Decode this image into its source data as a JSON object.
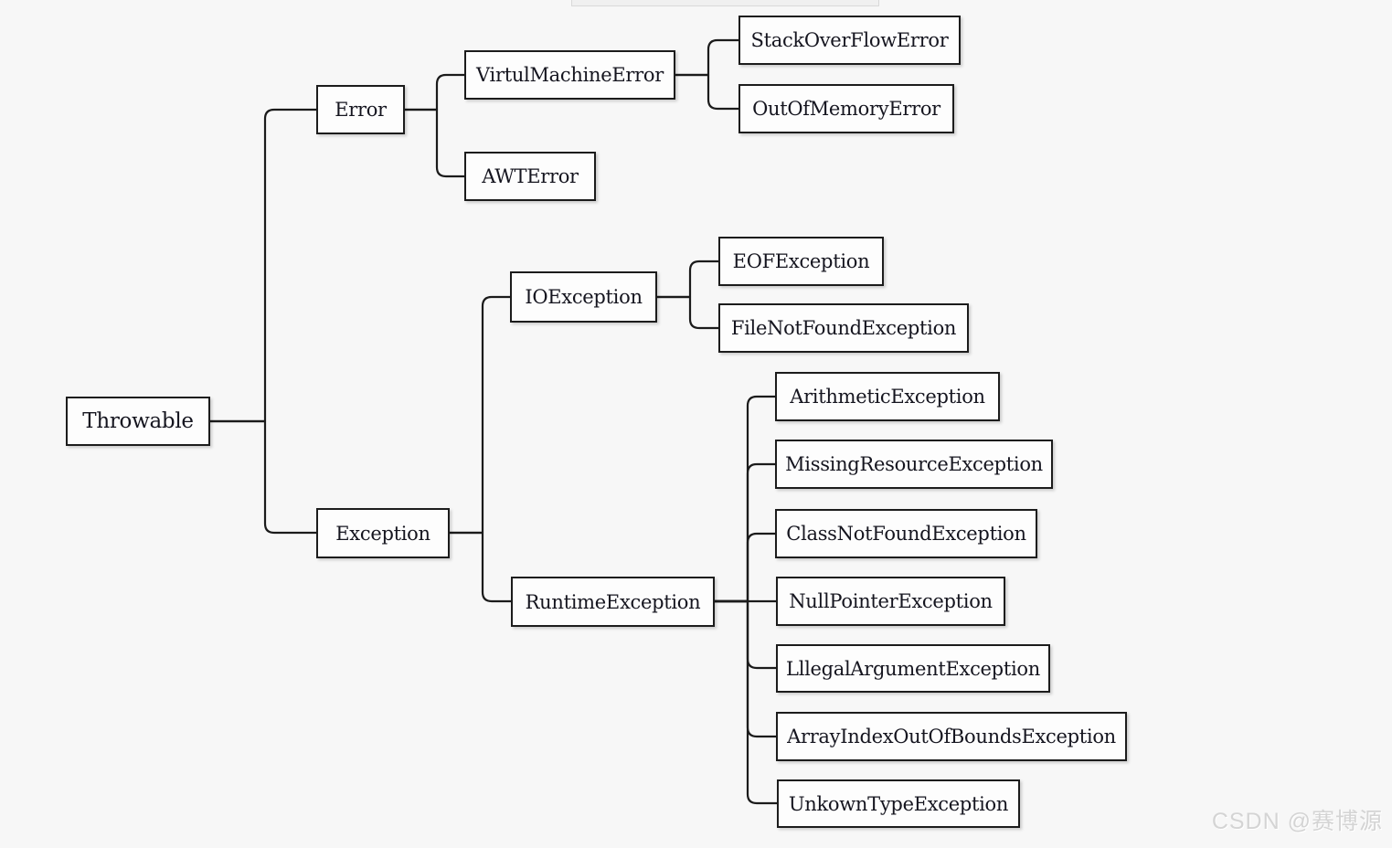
{
  "page": {
    "watermark": "CSDN @赛博源"
  },
  "colors": {
    "background": "#f7f7f7",
    "box_fill": "#fdfdfd",
    "box_border": "#1c1c1c",
    "connector": "#1b1b1b",
    "text": "#15151f",
    "watermark": "#d4d4d4"
  },
  "diagram": {
    "type": "tree",
    "root": "Throwable",
    "hierarchy": {
      "Throwable": [
        "Error",
        "Exception"
      ],
      "Error": [
        "VirtulMachineError",
        "AWTError"
      ],
      "VirtulMachineError": [
        "StackOverFlowError",
        "OutOfMemoryError"
      ],
      "Exception": [
        "IOException",
        "RuntimeException"
      ],
      "IOException": [
        "EOFException",
        "FileNotFoundException"
      ],
      "RuntimeException": [
        "ArithmeticException",
        "MissingResourceException",
        "ClassNotFoundException",
        "NullPointerException",
        "LllegalArgumentException",
        "ArrayIndexOutOfBoundsException",
        "UnkownTypeException"
      ]
    }
  },
  "nodes": {
    "throwable": {
      "label": "Throwable"
    },
    "error": {
      "label": "Error"
    },
    "virtual_machine_error": {
      "label": "VirtulMachineError"
    },
    "awt_error": {
      "label": "AWTError"
    },
    "stack_overflow_error": {
      "label": "StackOverFlowError"
    },
    "out_of_memory_error": {
      "label": "OutOfMemoryError"
    },
    "exception": {
      "label": "Exception"
    },
    "io_exception": {
      "label": "IOException"
    },
    "eof_exception": {
      "label": "EOFException"
    },
    "file_not_found_exception": {
      "label": "FileNotFoundException"
    },
    "runtime_exception": {
      "label": "RuntimeException"
    },
    "arithmetic_exception": {
      "label": "ArithmeticException"
    },
    "missing_resource_exception": {
      "label": "MissingResourceException"
    },
    "class_not_found_exception": {
      "label": "ClassNotFoundException"
    },
    "lllegal_argument_exception": {
      "label": "LllegalArgumentException"
    },
    "null_pointer_exception": {
      "label": "NullPointerException"
    },
    "array_index_out_of_bounds_exception": {
      "label": "ArrayIndexOutOfBoundsException"
    },
    "unkown_type_exception": {
      "label": "UnkownTypeException"
    }
  }
}
